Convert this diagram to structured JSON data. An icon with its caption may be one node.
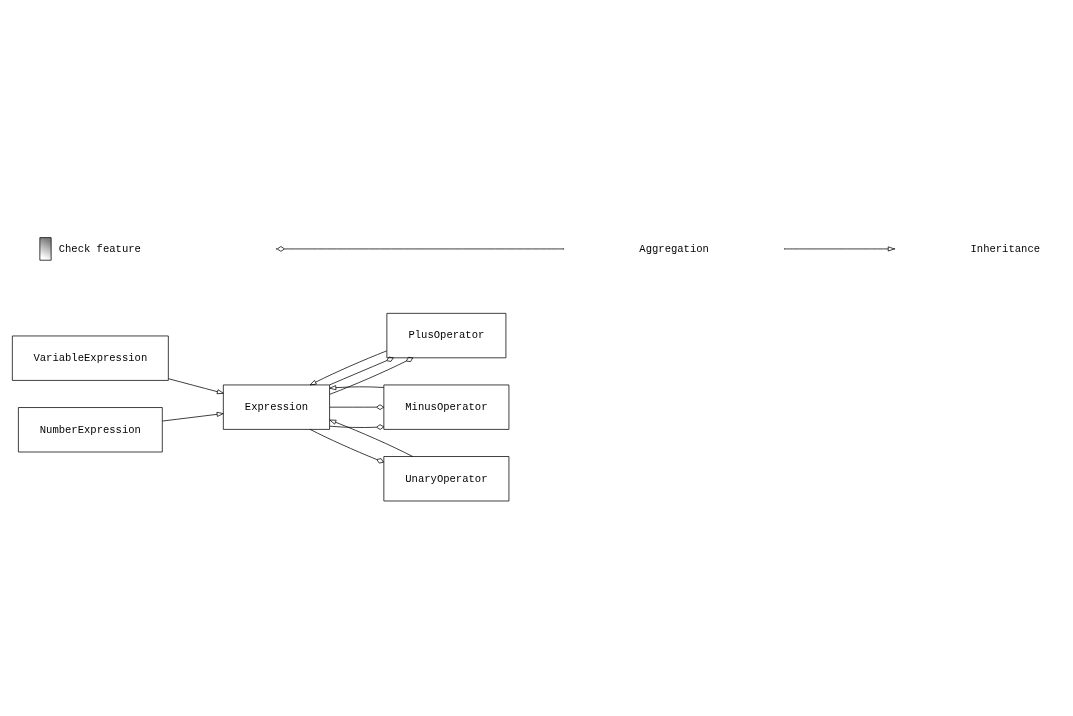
{
  "diagram": {
    "nodes": [
      {
        "text": [
          "VariableExpression"
        ]
      },
      {
        "text": [
          "PlusOperator"
        ]
      },
      {
        "text": [
          "Expression"
        ]
      },
      {
        "text": [
          "NumberExpression"
        ]
      },
      {
        "text": [
          "MinusOperator"
        ]
      },
      {
        "text": [
          "UnaryOperator"
        ]
      }
    ],
    "edges": [
      {
        "from": 0,
        "to": 2,
        "arrow": "to"
      },
      {
        "from": 3,
        "to": 2,
        "arrow": "to"
      },
      {
        "from": 1,
        "to": 2,
        "arrow": "to"
      },
      {
        "from": 2,
        "to": 1,
        "arrow": "other"
      },
      {
        "from": 2,
        "to": 1,
        "arrow": "other"
      },
      {
        "from": 2,
        "to": 4,
        "arrow": "other"
      },
      {
        "from": 2,
        "to": 4,
        "arrow": "other"
      },
      {
        "from": 4,
        "to": 2,
        "arrow": "to"
      },
      {
        "from": 2,
        "to": 5,
        "arrow": "other"
      },
      {
        "from": 5,
        "to": 2,
        "arrow": "to"
      }
    ],
    "legend": [
      {
        "text": "Check feature"
      },
      {
        "text": "Aggregation"
      },
      {
        "text": "Inheritance"
      }
    ]
  }
}
